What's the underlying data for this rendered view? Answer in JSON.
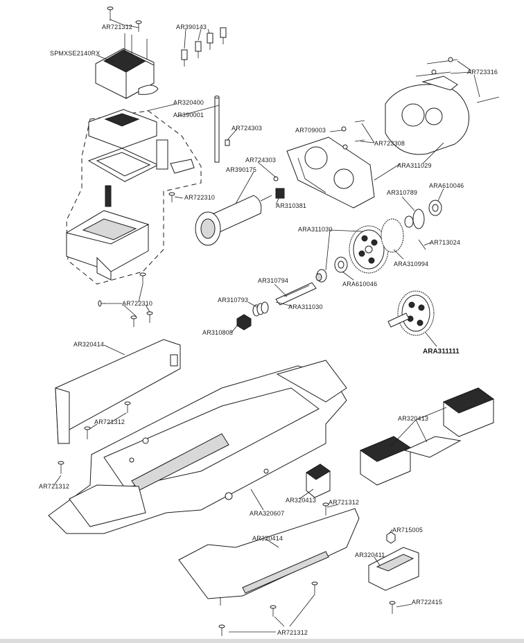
{
  "labels": {
    "ar721312_top": "AR721312",
    "ar390143": "AR390143",
    "spmxse2140rx": "SPMXSE2140RX",
    "ar723316": "AR723316",
    "ar320400": "AR320400",
    "ar390001": "AR390001",
    "ar724303_a": "AR724303",
    "ar709003": "AR709003",
    "ar723308": "AR723308",
    "ar724303_b": "AR724303",
    "ar390175": "AR390175",
    "ara311029": "ARA311029",
    "ar722310_a": "AR722310",
    "ar310381": "AR310381",
    "ar310789": "AR310789",
    "ara610046_a": "ARA610046",
    "ara311030_a": "ARA311030",
    "ar713024": "AR713024",
    "ara310994": "ARA310994",
    "ar310794": "AR310794",
    "ara610046_b": "ARA610046",
    "ar310793": "AR310793",
    "ara311030_b": "ARA311030",
    "ar722310_b": "AR722310",
    "ar310808": "AR310808",
    "ara311111": "ARA311111",
    "ar320414_a": "AR320414",
    "ar721312_a": "AR721312",
    "ar320413_a": "AR320413",
    "ar721312_b": "AR721312",
    "ar320413_b": "AR320413",
    "ar721312_c": "AR721312",
    "ara320607": "ARA320607",
    "ar715005": "AR715005",
    "ar320414_b": "AR320414",
    "ar320411": "AR320411",
    "ar722415": "AR722415",
    "ar721312_d": "AR721312"
  },
  "colors": {
    "ink": "#1a1a1a",
    "paper": "#ffffff",
    "shade": "#d8d8d8",
    "footer": "#dcdcdc"
  }
}
